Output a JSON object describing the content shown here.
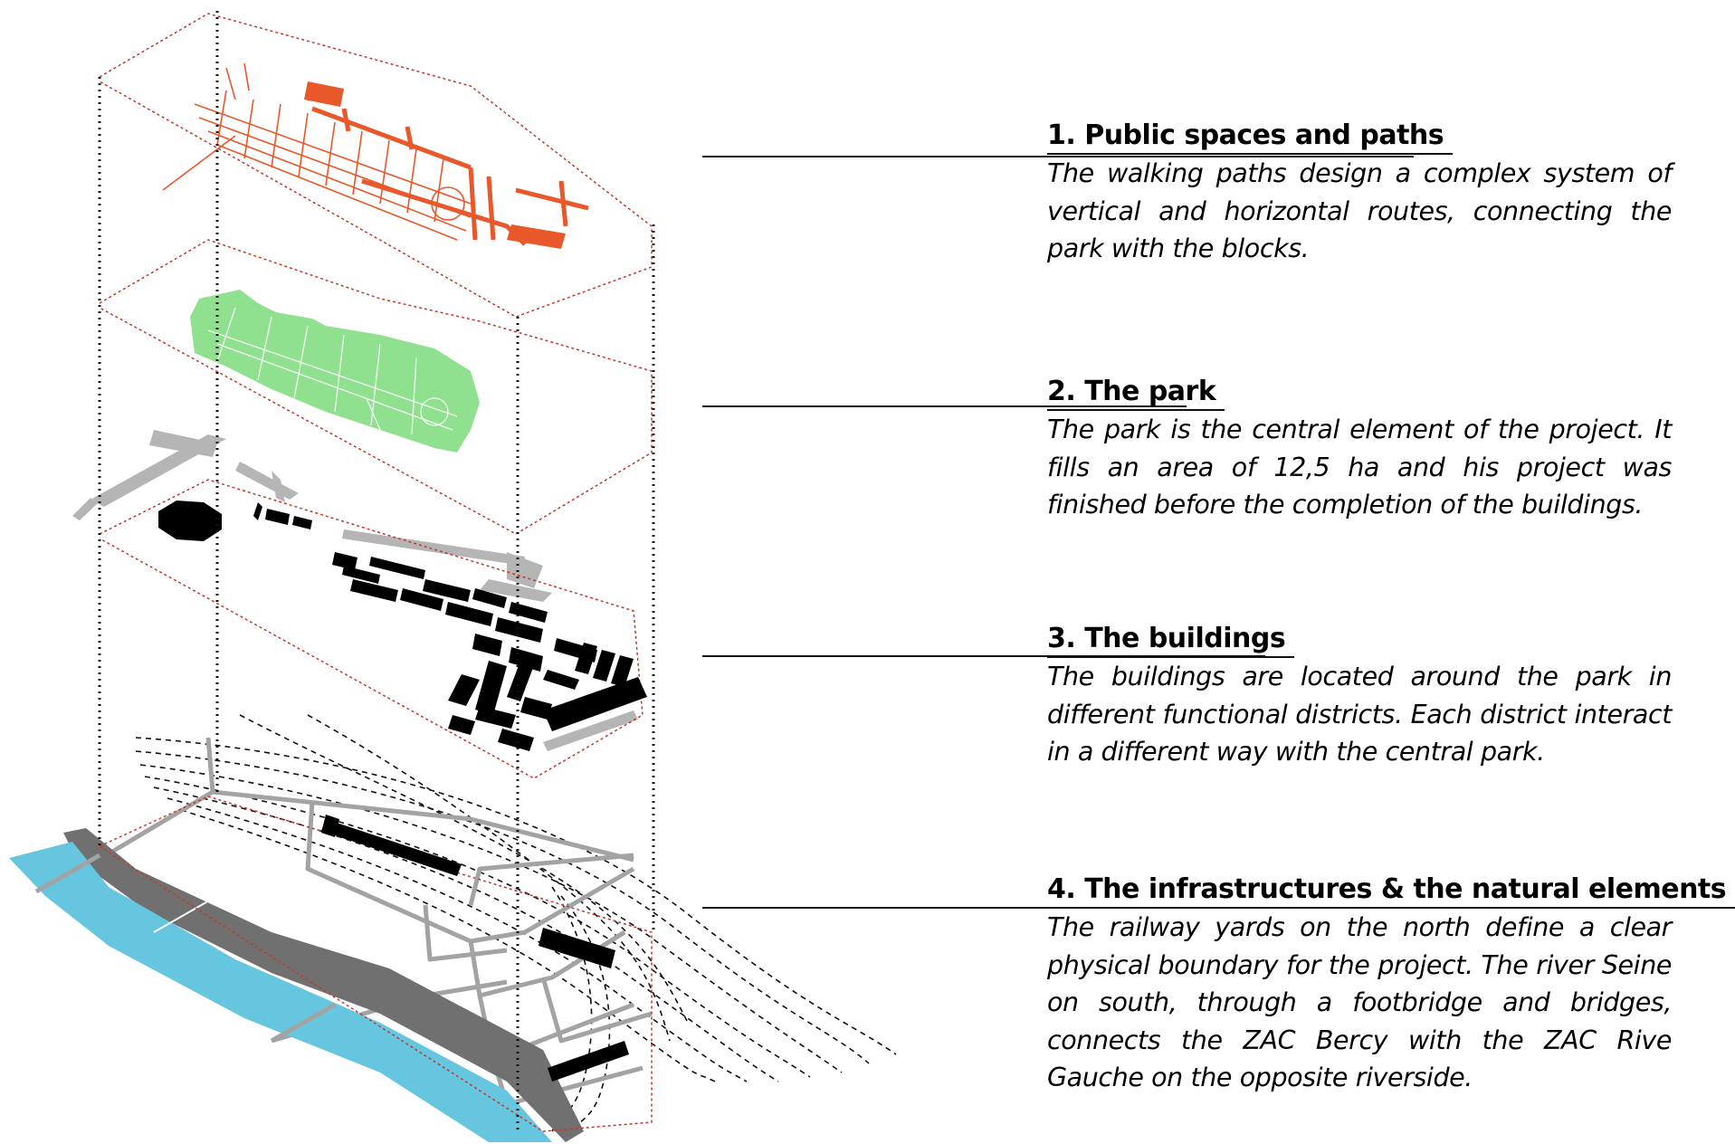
{
  "colors": {
    "paths": "#e8582a",
    "park": "#8fe08f",
    "buildings": "#000000",
    "river": "#66c6e0",
    "infrastructure": "#a0a0a0",
    "frame_dotted": "#111111",
    "outline_red": "#c0392b"
  },
  "layers": [
    {
      "title": "1. Public spaces and paths",
      "text": "The walking paths design a complex system of vertical and horizontal routes, connecting the park with the blocks."
    },
    {
      "title": "2. The park",
      "text": "The park is the central element of the project. It fills an area of 12,5 ha and his project was finished before the completion of the buildings."
    },
    {
      "title": "3. The buildings",
      "text": "The buildings are located around the park in different functional districts. Each district interact in a different way with the central park."
    },
    {
      "title": "4. The infrastructures & the natural elements",
      "text": "The railway yards on the north define a clear physical boundary for the project. The river Seine on south, through a footbridge and bridges, connects the ZAC Bercy with the ZAC Rive Gauche on the opposite riverside."
    }
  ]
}
